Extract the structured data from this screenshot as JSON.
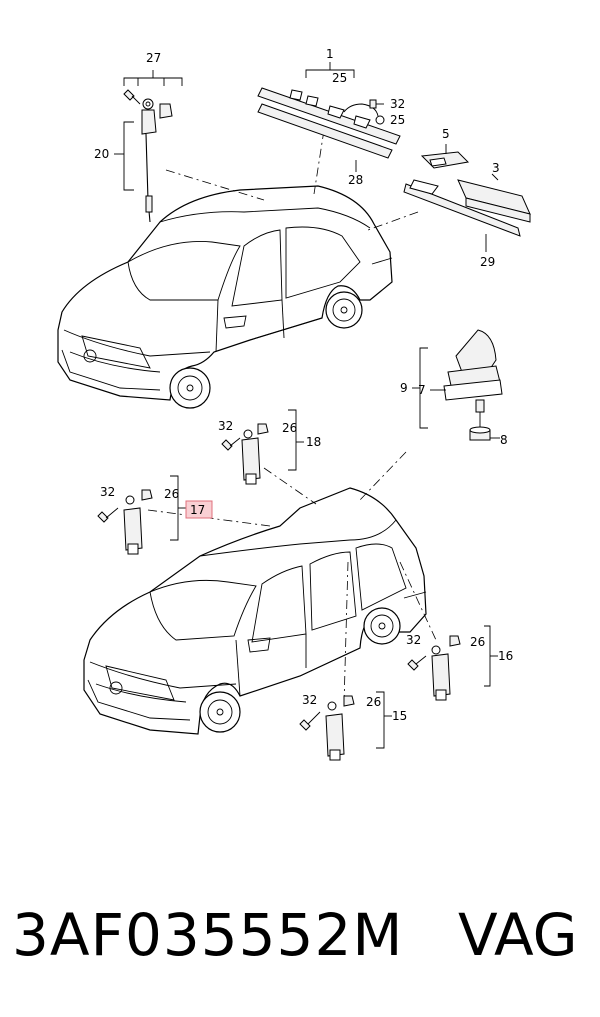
{
  "callouts": {
    "c1": "1",
    "c3": "3",
    "c5": "5",
    "c7": "7",
    "c8": "8",
    "c9": "9",
    "c15": "15",
    "c16": "16",
    "c17": "17",
    "c18": "18",
    "c20": "20",
    "c25a": "25",
    "c25b": "25",
    "c26a": "26",
    "c26b": "26",
    "c26c": "26",
    "c26d": "26",
    "c27": "27",
    "c28": "28",
    "c29": "29",
    "c32a": "32",
    "c32b": "32",
    "c32c": "32",
    "c32d": "32",
    "c32e": "32"
  },
  "footer": {
    "part_number": "3AF035552M",
    "brand": "VAG"
  }
}
